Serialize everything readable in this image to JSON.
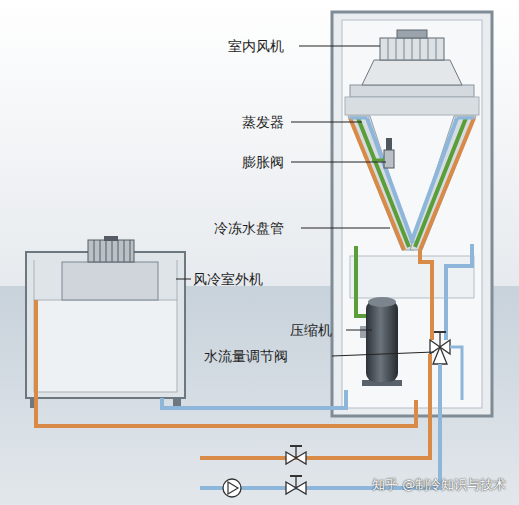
{
  "diagram": {
    "nodes": [
      {
        "text": [
          "风冷室外机"
        ]
      }
    ],
    "labels": [
      "室内风机",
      "蒸发器",
      "膨胀阀",
      "冷冻水盘管",
      "压缩机",
      "水流量调节阀",
      "知乎 @制冷知识与技术"
    ]
  }
}
